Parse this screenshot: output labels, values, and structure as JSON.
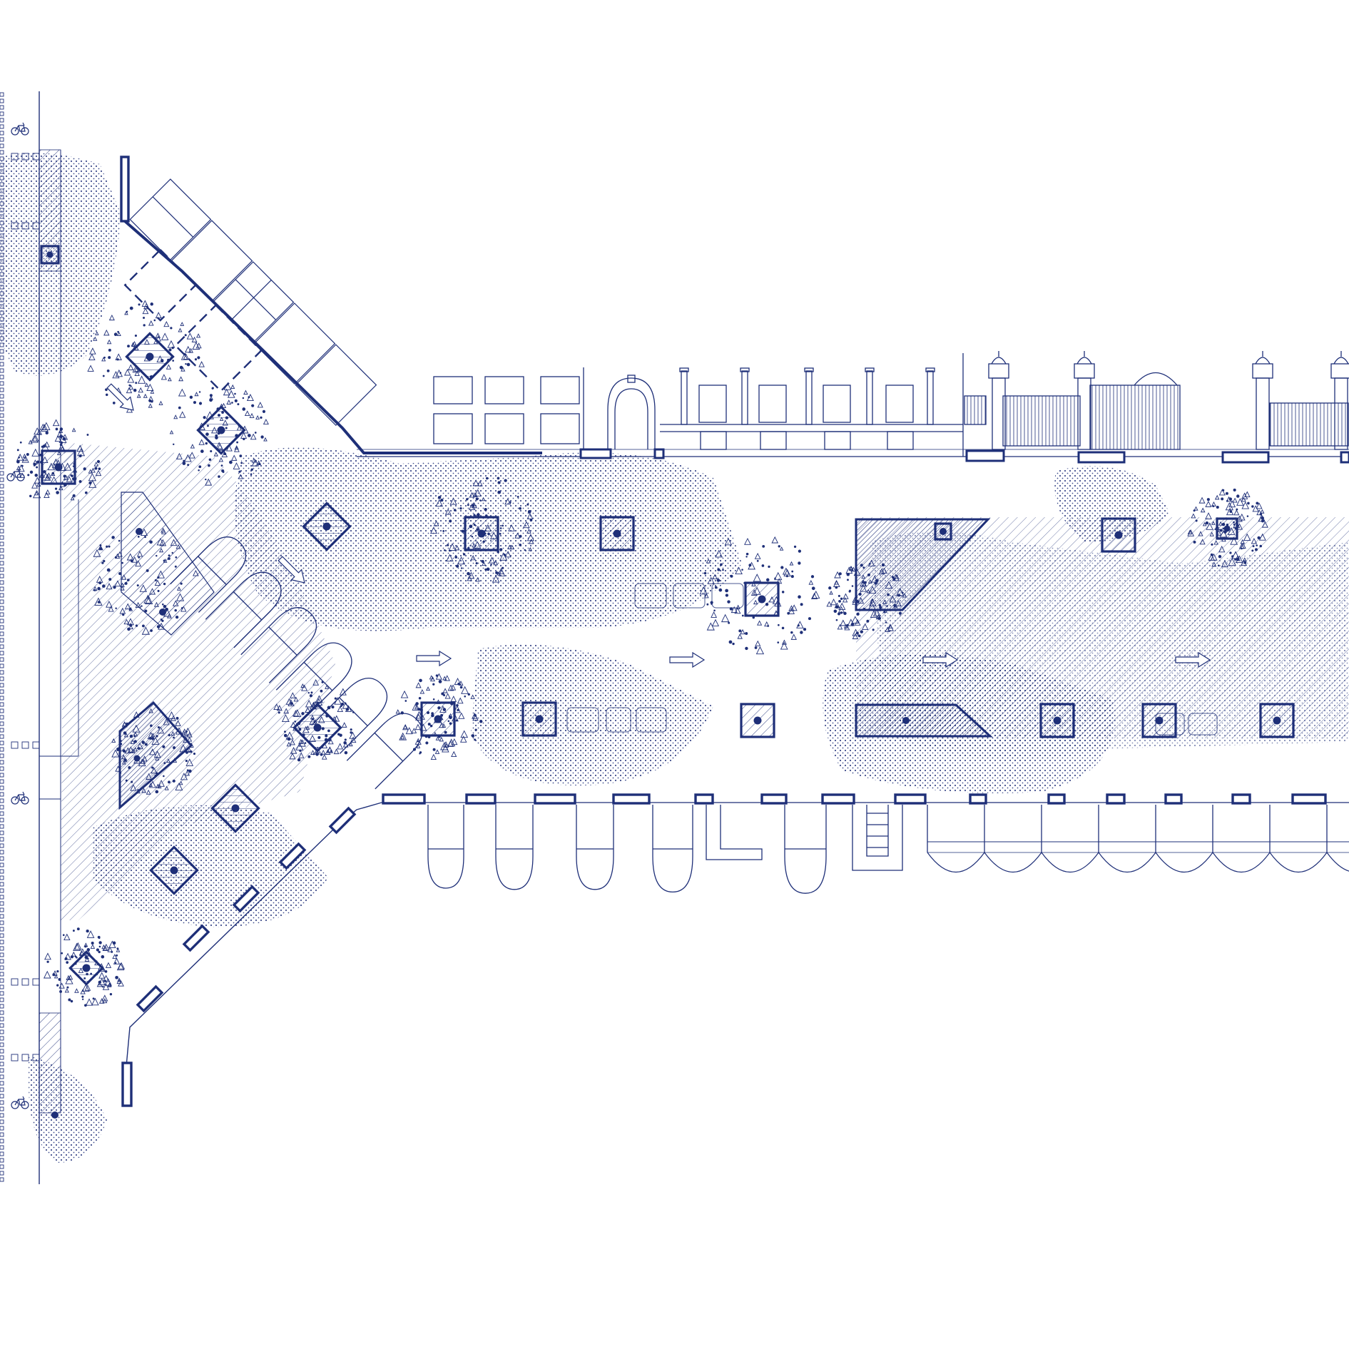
{
  "drawing": {
    "type": "site-plan",
    "style": "blueprint linework with stipple and hatch shading",
    "colors": {
      "ink": "#1e2f78",
      "ink_light": "#6b79b5",
      "paper": "#ffffff"
    }
  },
  "legend_icons": {
    "bicycle": "bicycle-icon",
    "direction_arrow": "arrow-right-icon",
    "tree": "tree-icon",
    "planter": "planter-icon"
  },
  "counts": {
    "bicycle_symbols": 4,
    "direction_arrows_on_street": 5,
    "tree_pits": 22
  }
}
